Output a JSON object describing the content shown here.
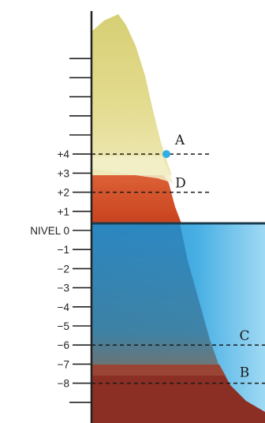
{
  "scale": {
    "zero_label": "NIVEL 0",
    "levels": [
      {
        "value": 4,
        "label": "+4"
      },
      {
        "value": 3,
        "label": "+3"
      },
      {
        "value": 2,
        "label": "+2"
      },
      {
        "value": 1,
        "label": "+1"
      },
      {
        "value": 0,
        "label": "NIVEL 0"
      },
      {
        "value": -1,
        "label": "−1"
      },
      {
        "value": -2,
        "label": "−2"
      },
      {
        "value": -3,
        "label": "−3"
      },
      {
        "value": -4,
        "label": "−4"
      },
      {
        "value": -5,
        "label": "−5"
      },
      {
        "value": -6,
        "label": "−6"
      },
      {
        "value": -7,
        "label": "−7"
      },
      {
        "value": -8,
        "label": "−8"
      }
    ],
    "unlabeled_levels": [
      9,
      8,
      7,
      6,
      5,
      -9
    ]
  },
  "points": [
    {
      "id": "A",
      "label": "A",
      "level": 4,
      "marker": true
    },
    {
      "id": "D",
      "label": "D",
      "level": 2,
      "marker": false
    },
    {
      "id": "C",
      "label": "C",
      "level": -6,
      "marker": false
    },
    {
      "id": "B",
      "label": "B",
      "level": -8,
      "marker": false
    }
  ],
  "colors": {
    "ice_top": "#e0d98a",
    "ice_mid": "#ece7a8",
    "rock_orange": "#d9552e",
    "water": "#3ea6de",
    "water_light": "#8fd2f2",
    "seabed": "#8b2e24",
    "marker": "#2eaee6",
    "axis": "#222222"
  }
}
